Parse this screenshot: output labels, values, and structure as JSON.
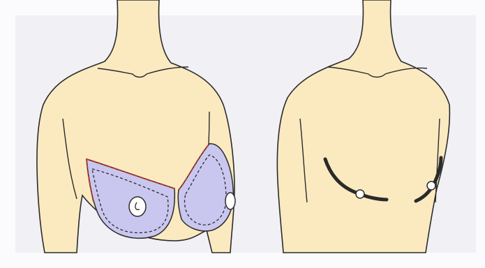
{
  "diagram": {
    "panels": [
      {
        "id": "before",
        "description_icon": "torso-with-incision-markings"
      },
      {
        "id": "after",
        "description_icon": "torso-with-scars"
      }
    ]
  },
  "colors": {
    "background": "#f2f2f6",
    "skin": "#fbeac0",
    "outline": "#2b2b2b",
    "marking_fill": "#c9c7ef",
    "incision_red": "#c0392b",
    "scar": "#2a2a2a"
  }
}
